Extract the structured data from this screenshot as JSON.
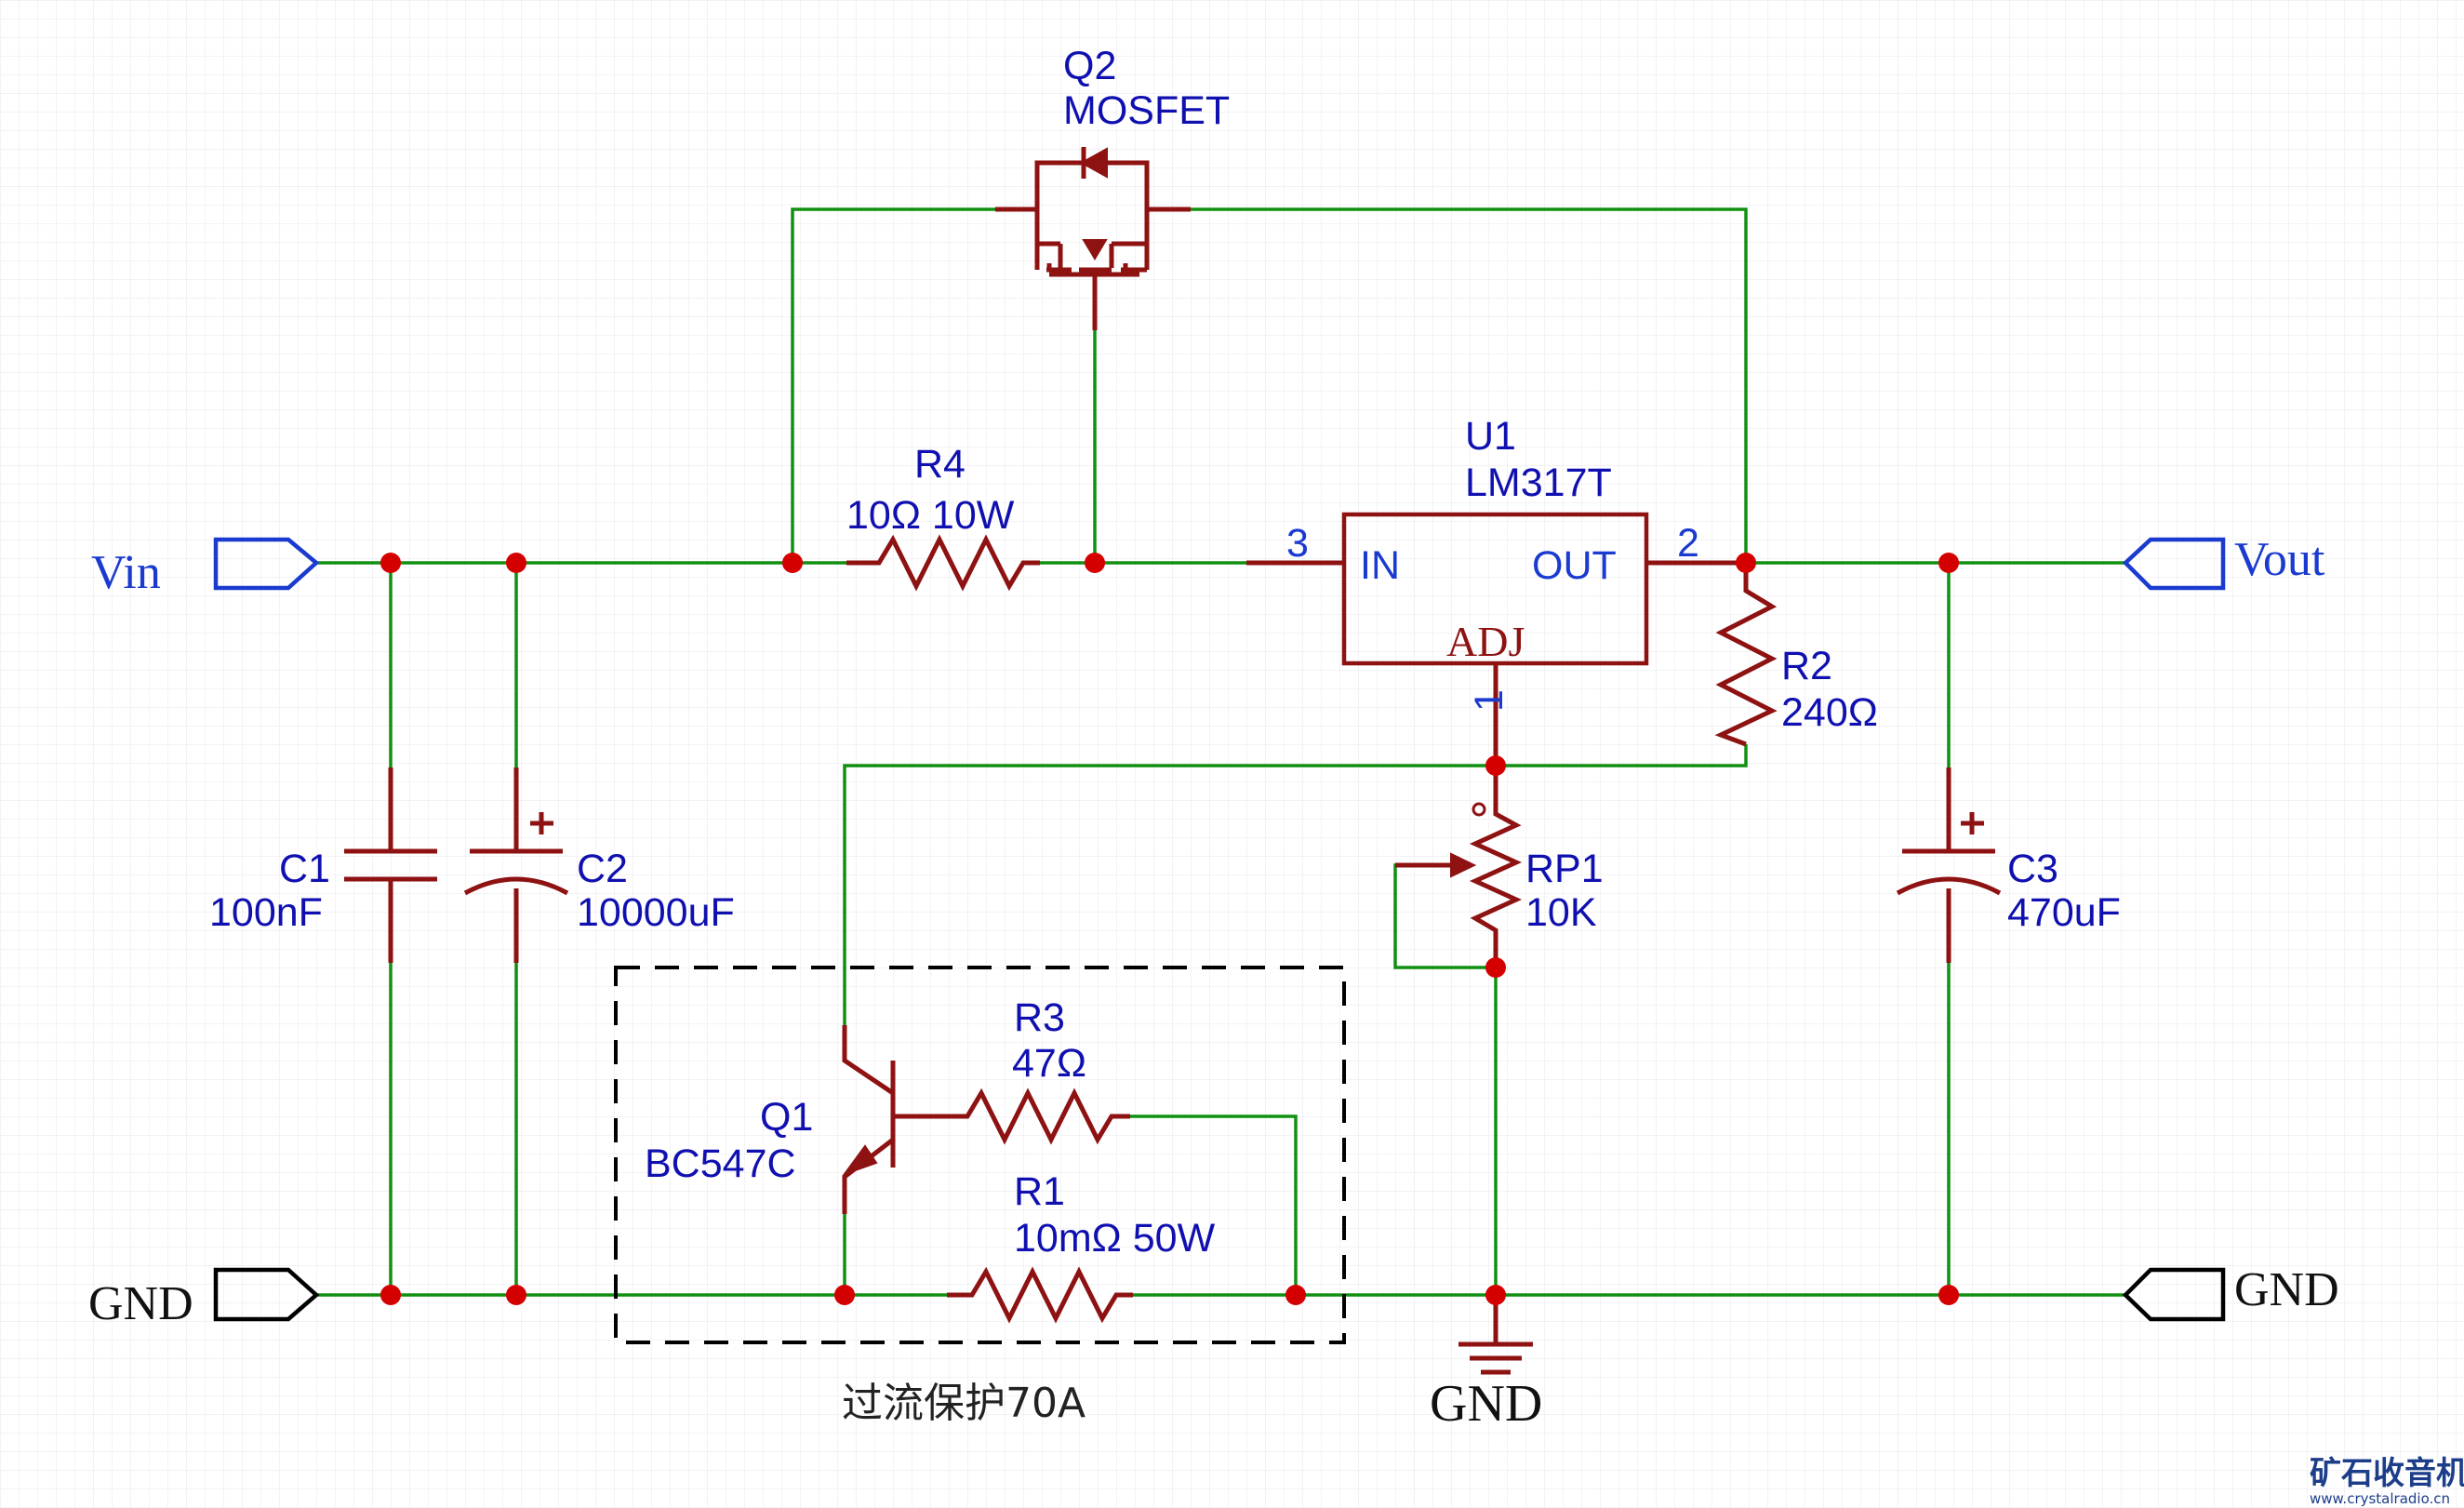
{
  "ports": {
    "vin": "Vin",
    "gnd_left": "GND",
    "vout": "Vout",
    "gnd_right": "GND",
    "gnd_symbol": "GND"
  },
  "components": {
    "q2": {
      "ref": "Q2",
      "value": "MOSFET"
    },
    "u1": {
      "ref": "U1",
      "value": "LM317T",
      "pin_in": "IN",
      "pin_out": "OUT",
      "pin_adj": "ADJ",
      "pin_num_in": "3",
      "pin_num_out": "2",
      "pin_num_adj": "1"
    },
    "r4": {
      "ref": "R4",
      "value": "10Ω 10W"
    },
    "r2": {
      "ref": "R2",
      "value": "240Ω"
    },
    "c1": {
      "ref": "C1",
      "value": "100nF"
    },
    "c2": {
      "ref": "C2",
      "value": "10000uF"
    },
    "c3": {
      "ref": "C3",
      "value": "470uF"
    },
    "rp1": {
      "ref": "RP1",
      "value": "10K"
    },
    "r3": {
      "ref": "R3",
      "value": "47Ω"
    },
    "r1": {
      "ref": "R1",
      "value": "10mΩ 50W"
    },
    "q1": {
      "ref": "Q1",
      "value": "BC547C"
    }
  },
  "protection_label": "过流保护70A",
  "watermark": {
    "brand": "矿石收音机",
    "url": "www.crystalradio.cn"
  },
  "colors": {
    "wire": "#109010",
    "component": "#8e1212",
    "junction": "#d40000",
    "label": "#1010b0",
    "port": "#1a3ad0"
  }
}
